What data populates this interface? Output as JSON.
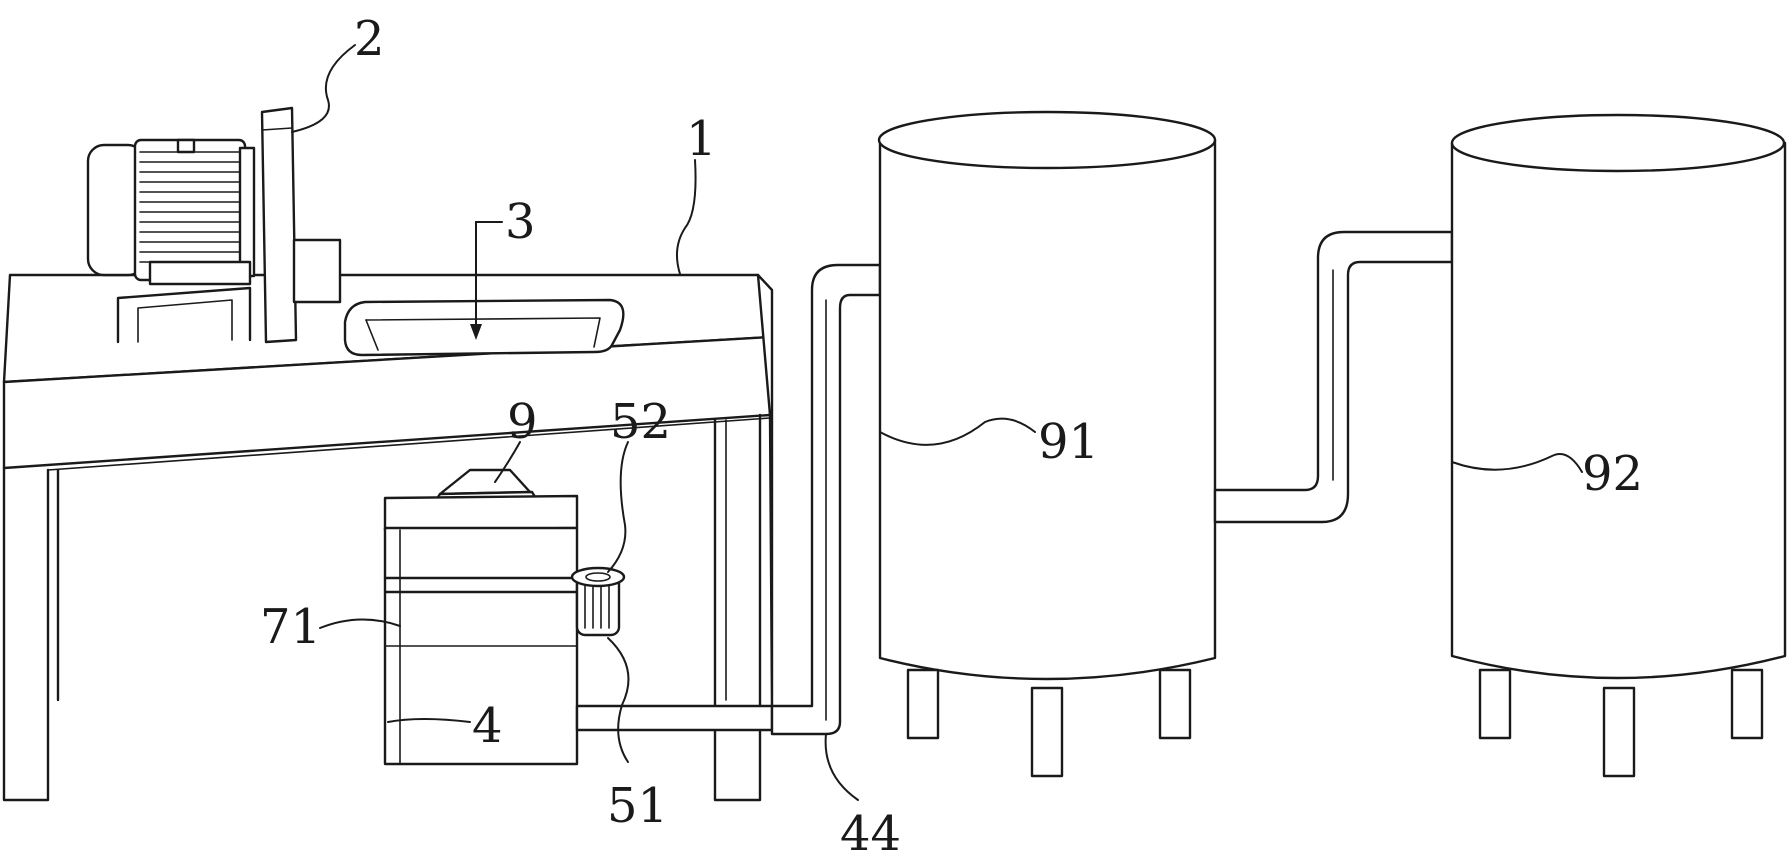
{
  "labels": {
    "table": "1",
    "motor": "2",
    "opening": "3",
    "box": "4",
    "small_motor": "51",
    "gear": "52",
    "box_section": "71",
    "hopper": "9",
    "tank_one": "91",
    "tank_two": "92",
    "pipe": "44"
  },
  "colors": {
    "ink": "#1a1a1a",
    "paper": "#ffffff"
  }
}
